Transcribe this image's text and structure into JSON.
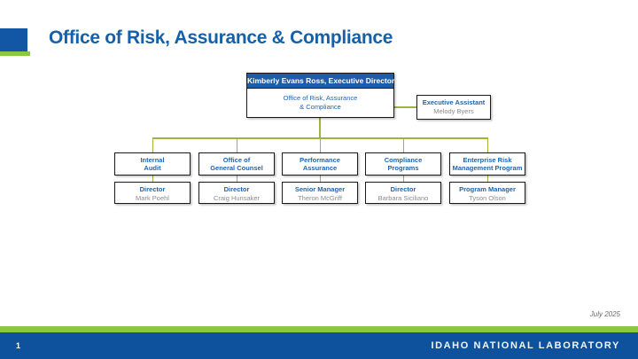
{
  "title": "Office of Risk, Assurance & Compliance",
  "colors": {
    "title_blue": "#1561A9",
    "box_header_blue": "#1E5CA8",
    "label_blue": "#1E64AE",
    "name_gray": "#8C8C8C",
    "connector_green": "#9CB53C",
    "brand_green": "#8DC63F",
    "footer_blue": "#0E529D",
    "brand_blue": "#1257A5"
  },
  "org": {
    "director": {
      "header": "Kimberly Evans Ross, Executive Director",
      "body": "Office of Risk, Assurance\n& Compliance"
    },
    "assistant": {
      "role": "Executive Assistant",
      "name": "Melody Byers"
    },
    "departments": [
      {
        "name": "Internal\nAudit",
        "role": "Director",
        "person": "Mark Poehl"
      },
      {
        "name": "Office of\nGeneral Counsel",
        "role": "Director",
        "person": "Craig Hunsaker"
      },
      {
        "name": "Performance\nAssurance",
        "role": "Senior Manager",
        "person": "Theron McGriff"
      },
      {
        "name": "Compliance\nPrograms",
        "role": "Director",
        "person": "Barbara Siciliano"
      },
      {
        "name": "Enterprise Risk\nManagement Program",
        "role": "Program Manager",
        "person": "Tyson Olson"
      }
    ]
  },
  "footer": {
    "date": "July 2025",
    "page_number": "1",
    "brand": "IDAHO NATIONAL LABORATORY"
  }
}
